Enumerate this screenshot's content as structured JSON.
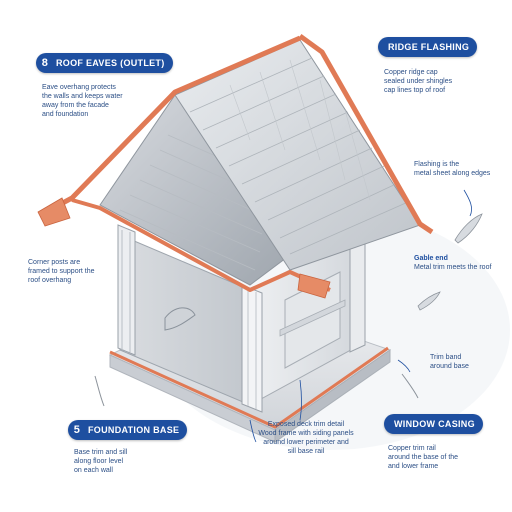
{
  "callouts": {
    "top_left": {
      "number": "8",
      "label": "ROOF EAVES (OUTLET)"
    },
    "top_right": {
      "label": "RIDGE FLASHING"
    },
    "bottom_left": {
      "number": "5",
      "label": "FOUNDATION BASE"
    },
    "bottom_right": {
      "label": "WINDOW CASING"
    }
  },
  "notes": {
    "top_left": [
      "Eave overhang protects",
      "the walls and keeps water",
      "away from the facade",
      "and foundation"
    ],
    "top_right": [
      "Copper ridge cap",
      "sealed under shingles",
      "cap lines top of roof"
    ],
    "mid_right_1": [
      "Flashing is the",
      "metal sheet along edges"
    ],
    "mid_right_2": [
      "Gable end",
      "Metal trim meets the roof"
    ],
    "mid_left": [
      "Corner posts are",
      "framed to support the",
      "roof overhang"
    ],
    "mid_right_3": [
      "Trim band",
      "around base"
    ],
    "bottom_center": [
      "Exposed deck trim detail",
      "Wood frame with siding panels",
      "around lower perimeter and",
      "sill base rail"
    ],
    "bottom_left": [
      "Base trim and sill",
      "along floor level",
      "on each wall"
    ],
    "bottom_right": [
      "Copper trim rail",
      "around the base of the",
      "and lower frame"
    ]
  },
  "colors": {
    "accent_blue": "#1e4fa0",
    "copper": "#e07a55",
    "roof_gray": "#cfd3d8",
    "wall_gray": "#dcdfe3",
    "ink": "#2c4f86"
  }
}
